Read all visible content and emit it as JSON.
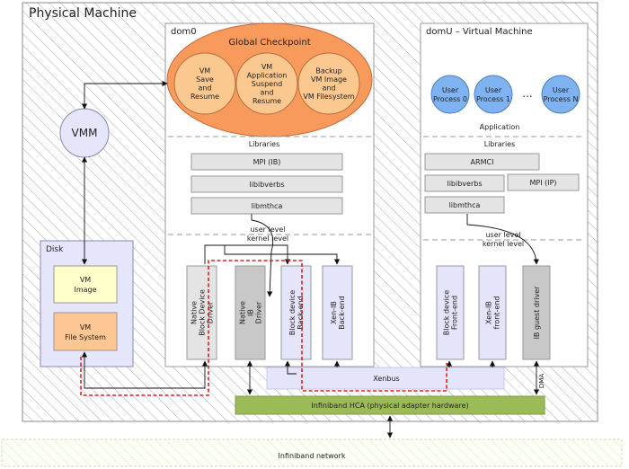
{
  "physical_machine": {
    "title": "Physical Machine"
  },
  "dom0": {
    "title": "dom0",
    "global_checkpoint": {
      "title": "Global Checkpoint",
      "circles": [
        [
          "VM",
          "Save",
          "and",
          "Resume"
        ],
        [
          "VM",
          "Application",
          "Suspend",
          "and",
          "Resume"
        ],
        [
          "Backup",
          "VM Image",
          "and",
          "VM Filesystem"
        ]
      ]
    },
    "libraries_label": "Libraries",
    "libs": [
      "MPI (IB)",
      "libibverbs",
      "libmthca"
    ],
    "user_level_label": "user level",
    "kernel_level_label": "kernel level",
    "drivers": [
      [
        "Native",
        "Block Device",
        "Driver"
      ],
      [
        "Native",
        "IB",
        "Driver"
      ],
      [
        "Block device",
        "Back-end"
      ],
      [
        "Xen-IB",
        "Back-end"
      ]
    ]
  },
  "domU": {
    "title": "domU – Virtual Machine",
    "processes": [
      [
        "User",
        "Process 0"
      ],
      [
        "User",
        "Process 1"
      ],
      [
        "User",
        "Process N"
      ]
    ],
    "ellipsis": "...",
    "application_label": "Application",
    "libraries_label": "Libraries",
    "libs": [
      "ARMCI",
      "libibverbs",
      "MPI (IP)",
      "libmthca"
    ],
    "user_level_label": "user level",
    "kernel_level_label": "kernel level",
    "drivers": [
      [
        "Block device",
        "Front-end"
      ],
      [
        "Xen-IB",
        "front-end"
      ],
      [
        "IB guest driver"
      ]
    ]
  },
  "vmm": {
    "label": "VMM"
  },
  "disk": {
    "title": "Disk",
    "vm_image": [
      "VM",
      "Image"
    ],
    "vm_filesystem": [
      "VM",
      "File System"
    ]
  },
  "xenbus": {
    "label": "Xenbus"
  },
  "dma": {
    "label": "DMA"
  },
  "hca": {
    "label": "Infiniband HCA (physical adapter hardware)"
  },
  "network": {
    "label": "Infiniband network"
  },
  "colors": {
    "checkpoint_orange": "#f79a5c",
    "checkpoint_inner": "#fbc88f",
    "process_blue": "#7fb2f0",
    "vmm_lavender": "#e6e6fb",
    "disk_lavender": "#e5e5fb",
    "image_yellow": "#ffffcc",
    "filesystem_orange": "#fdc693",
    "hca_green": "#9bbb59",
    "lib_gray": "#e4e4e4",
    "native_ib_gray": "#c8c8c8",
    "path_red": "#e0201f"
  }
}
